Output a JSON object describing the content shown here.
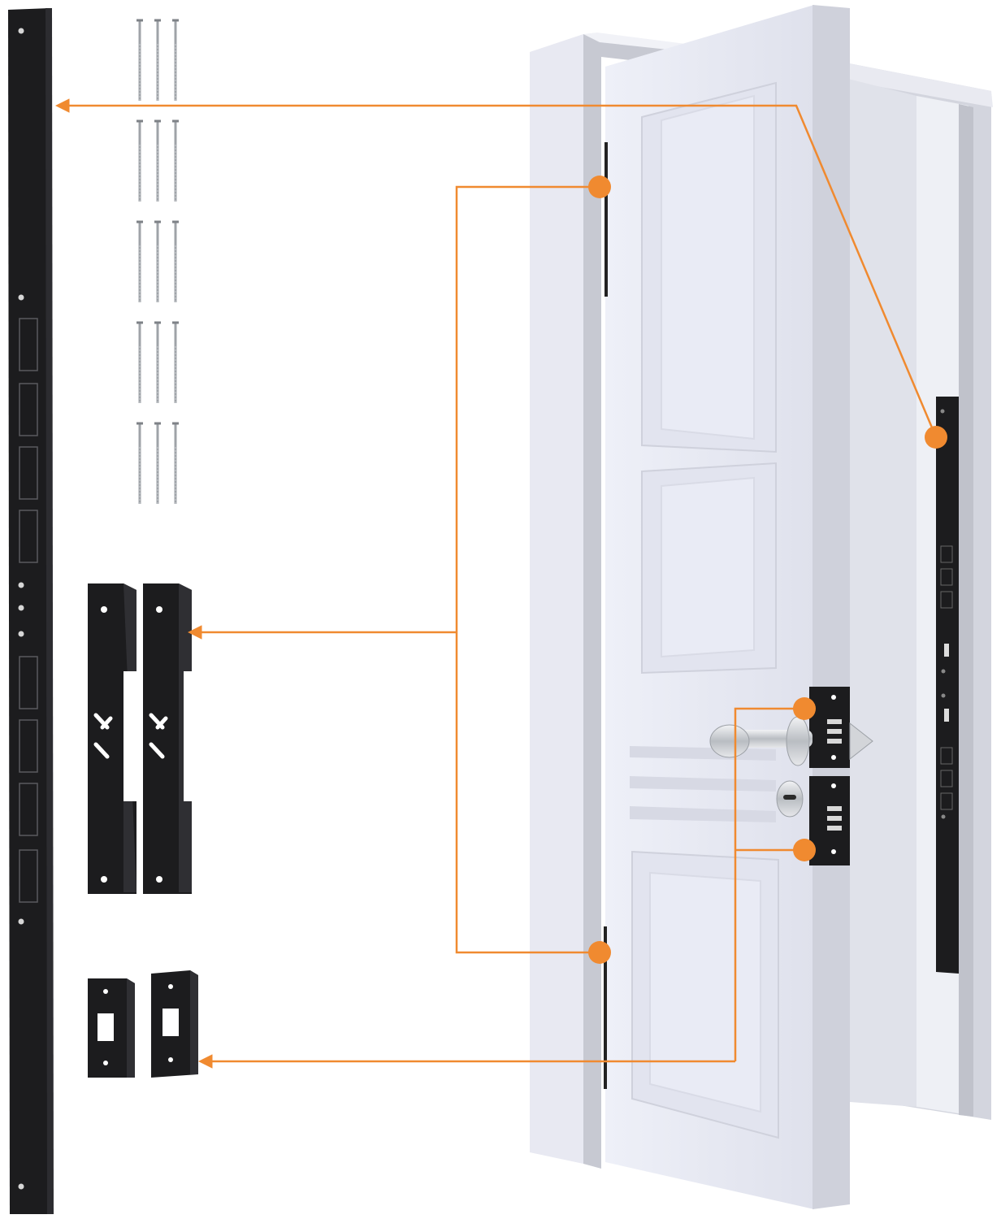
{
  "colors": {
    "background": "#ffffff",
    "accent": "#f08a30",
    "hardware": "#1c1c1e",
    "door_face": "#e9eaf4",
    "frame_front": "#e4e6f0",
    "frame_side": "#c3c5cf",
    "screw": "#a9adb3",
    "handle": "#cfd2d6"
  },
  "components": {
    "long_strike_plate": {
      "type": "strike-plate-bar"
    },
    "screws": {
      "type": "screw-set",
      "rows": 5,
      "columns": 3,
      "count": 15
    },
    "hinge_shields": {
      "type": "hinge-shield",
      "count": 2
    },
    "lock_shields": {
      "type": "lock-shield",
      "count": 2
    },
    "door_cover_plates": {
      "type": "lock-cover-plate",
      "count": 2
    }
  },
  "callouts": [
    {
      "from": "frame-strike-plate",
      "to": "long-strike-plate"
    },
    {
      "from": "hinge-points",
      "to": "hinge-shields"
    },
    {
      "from": "lock-points",
      "to": "lock-shields"
    }
  ],
  "icons": [
    "arrow-icon",
    "callout-dot-icon",
    "door-handle-icon",
    "keyhole-icon"
  ]
}
